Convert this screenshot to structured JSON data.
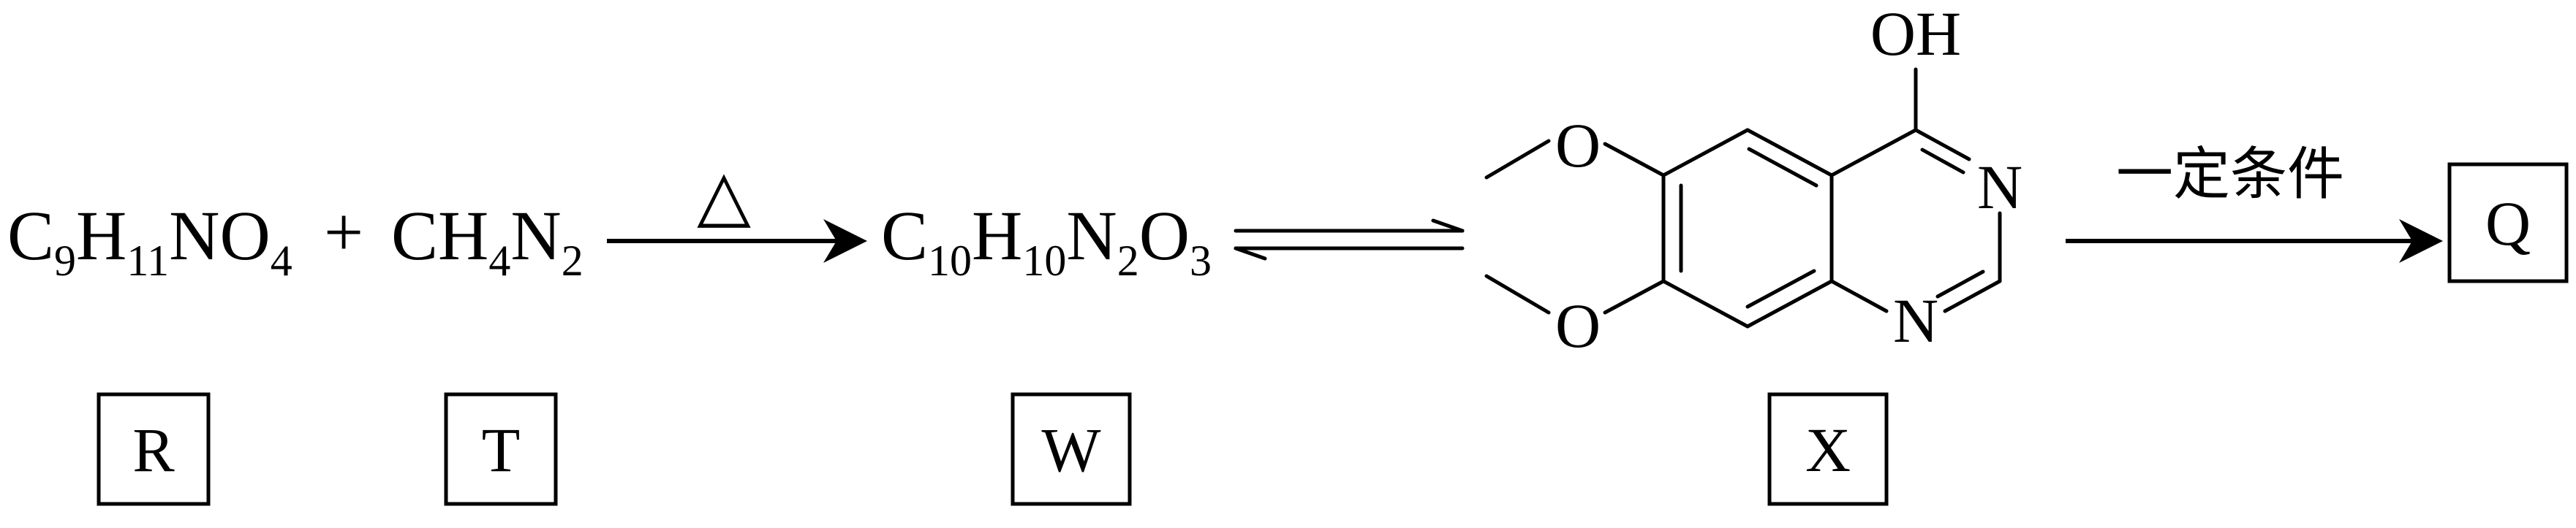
{
  "reaction": {
    "reactant_r": {
      "segments": [
        {
          "t": "C",
          "s": "9"
        },
        {
          "t": "H",
          "s": "11"
        },
        {
          "t": "NO",
          "s": "4"
        }
      ],
      "label": "R"
    },
    "plus": "+",
    "reactant_t": {
      "segments": [
        {
          "t": "CH",
          "s": "4"
        },
        {
          "t": "N",
          "s": "2"
        }
      ],
      "label": "T"
    },
    "arrow1_condition": "△",
    "intermediate_w": {
      "segments": [
        {
          "t": "C",
          "s": "10"
        },
        {
          "t": "H",
          "s": "10"
        },
        {
          "t": "N",
          "s": "2"
        },
        {
          "t": "O",
          "s": "3"
        }
      ],
      "label": "W"
    },
    "product_x": {
      "label": "X",
      "atoms": {
        "hydroxyl": "OH",
        "n_upper": "N",
        "n_lower": "N",
        "o_upper": "O",
        "o_lower": "O"
      }
    },
    "arrow2_condition": "一定条件",
    "product_q": {
      "label": "Q"
    }
  }
}
